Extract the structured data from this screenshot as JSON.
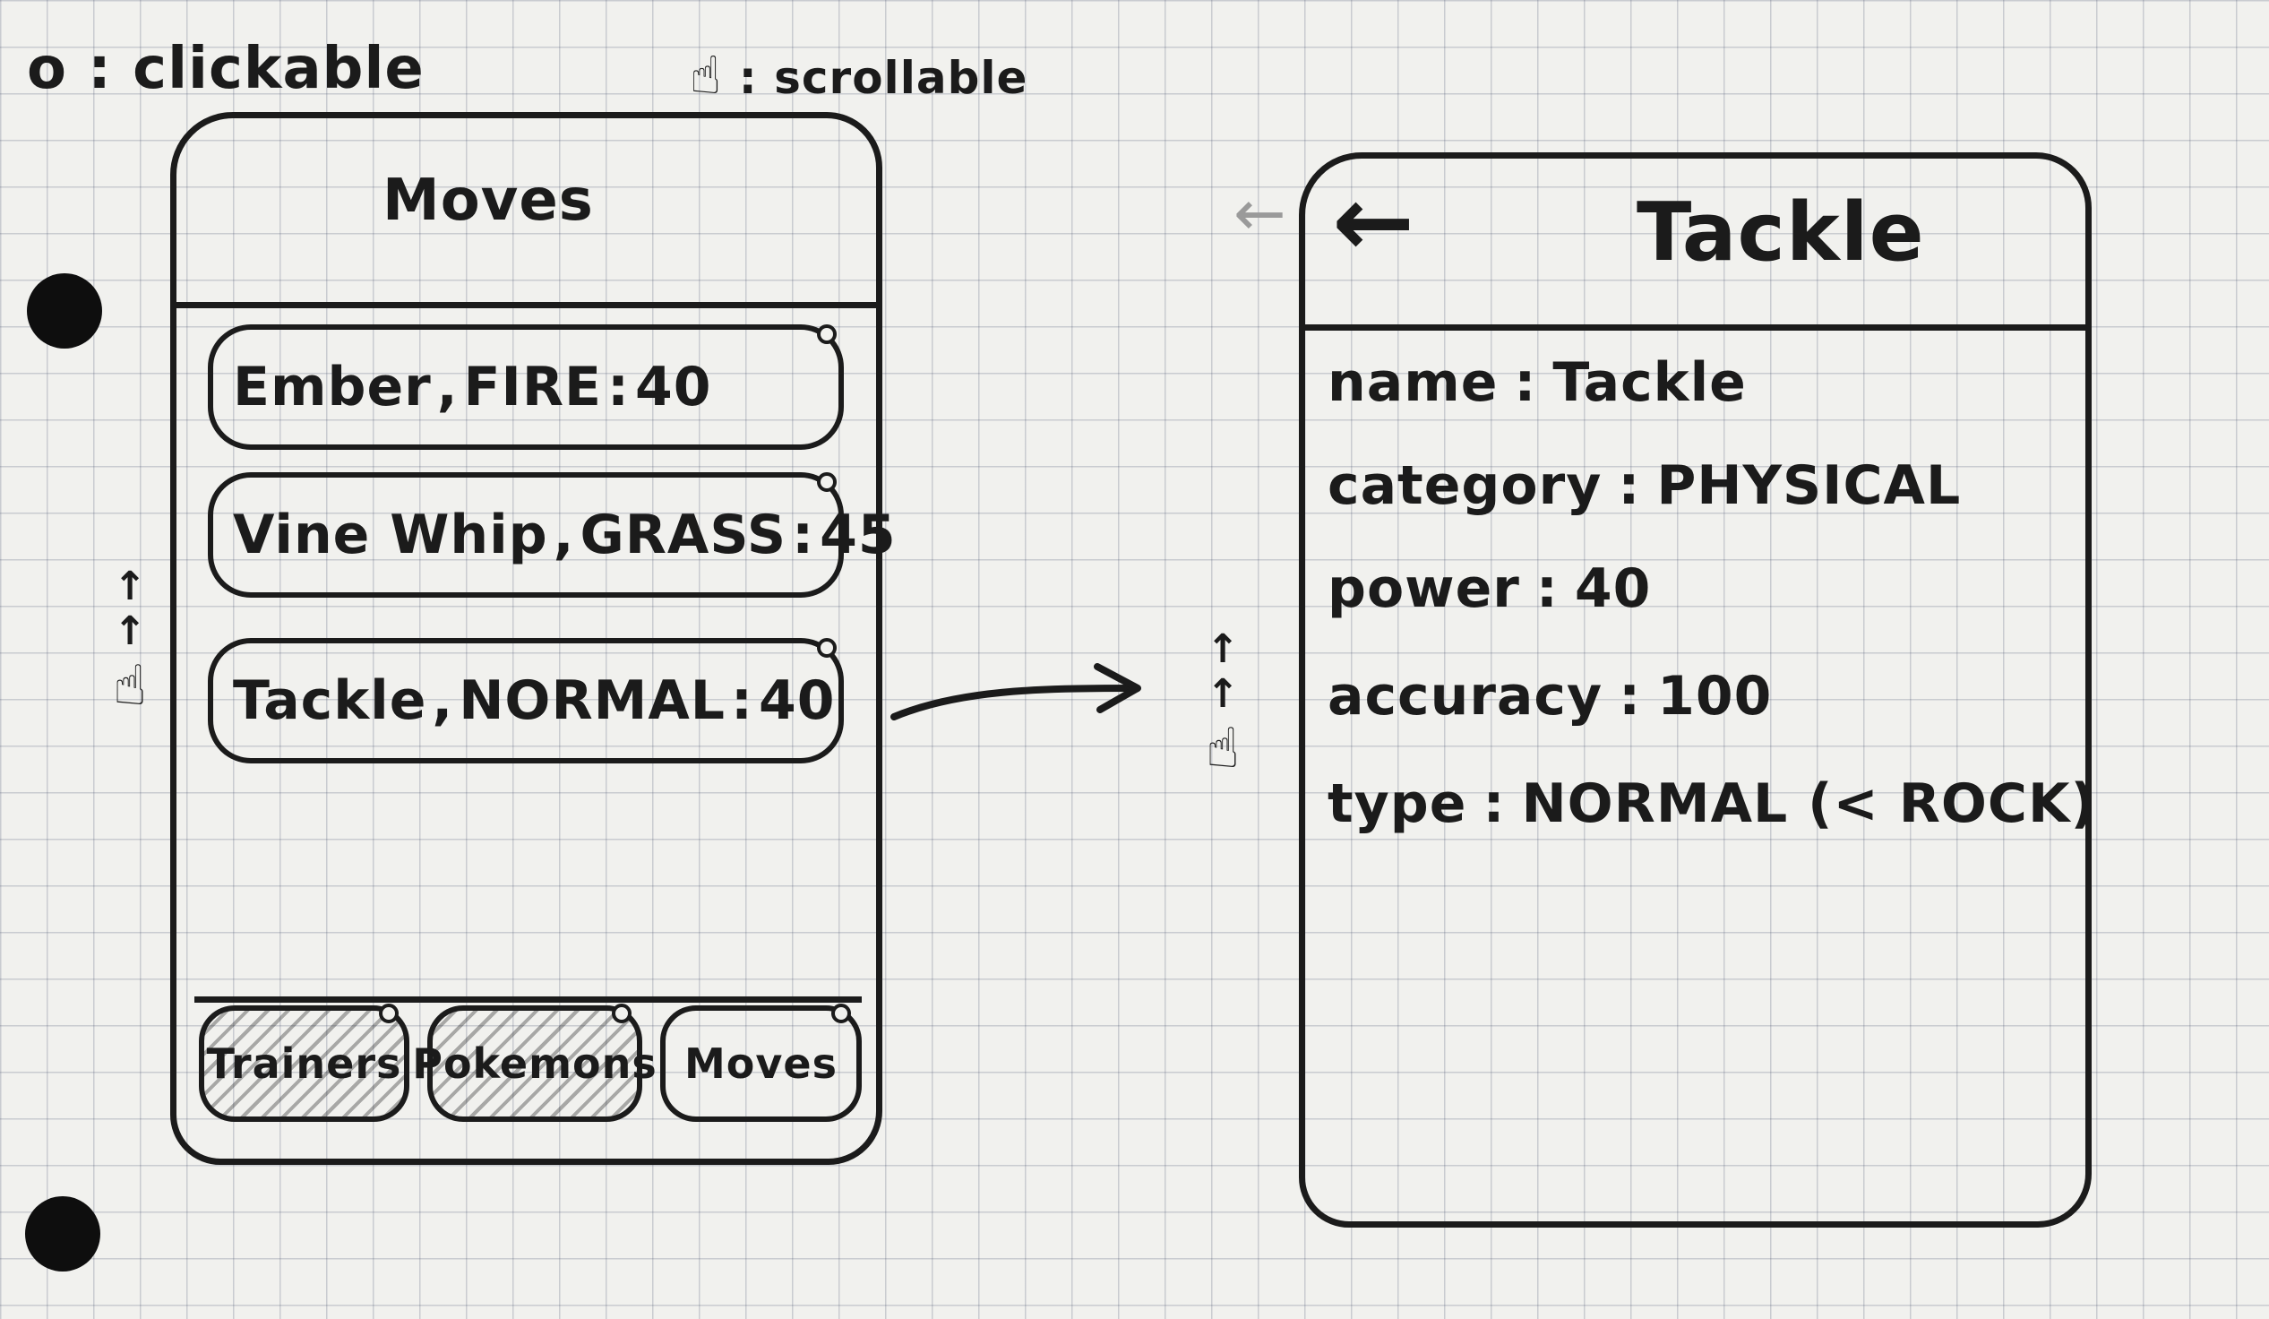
{
  "legend": {
    "clickable_text": "o : clickable",
    "scrollable_text": ": scrollable",
    "scrollable_icon": "pointing-hand-icon"
  },
  "list_screen": {
    "title": "Moves",
    "moves": [
      {
        "name": "Ember",
        "type": "FIRE",
        "power": "40"
      },
      {
        "name": "Vine Whip",
        "type": "GRASS",
        "power": "45"
      },
      {
        "name": "Tackle",
        "type": "NORMAL",
        "power": "40"
      }
    ],
    "tabs": [
      {
        "label": "Trainers",
        "state": "inactive"
      },
      {
        "label": "Pokemons",
        "state": "inactive"
      },
      {
        "label": "Moves",
        "state": "active"
      }
    ],
    "scroll_arrows": [
      "↑",
      "↑"
    ]
  },
  "detail_screen": {
    "back_icon": "←",
    "title": "Tackle",
    "fields": [
      {
        "label": "name",
        "value": "Tackle"
      },
      {
        "label": "category",
        "value": "PHYSICAL"
      },
      {
        "label": "power",
        "value": "40"
      },
      {
        "label": "accuracy",
        "value": "100"
      },
      {
        "label": "type",
        "value": "NORMAL (< ROCK)"
      }
    ],
    "scroll_arrows": [
      "↑",
      "↑"
    ]
  },
  "colors": {
    "ink": "#1b1b1b",
    "paper": "#f1f1ee",
    "grid": "#3c4664"
  }
}
